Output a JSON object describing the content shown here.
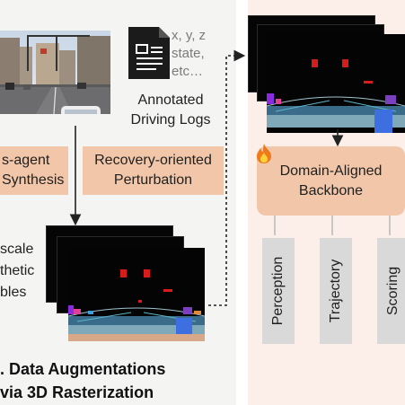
{
  "colors": {
    "left_panel_bg": "#f4f4f3",
    "right_panel_bg": "#fcefea",
    "tag_fill": "#f2c7a9",
    "head_fill": "#d9d9d9",
    "arrow": "#222222"
  },
  "left": {
    "log_values": [
      "x, y, z",
      "state,",
      "etc…"
    ],
    "log_label_lines": [
      "Annotated",
      "Driving Logs"
    ],
    "tag_left_lines": [
      "s-agent",
      "Synthesis"
    ],
    "tag_mid_lines": [
      "Recovery-oriented",
      "Perturbation"
    ],
    "side_label_lines": [
      "scale",
      "thetic",
      "bles"
    ],
    "caption_lines": [
      ". Data Augmentations",
      "via 3D Rasterization"
    ]
  },
  "right": {
    "backbone_lines": [
      "Domain-Aligned",
      "Backbone"
    ],
    "heads": [
      "Perception",
      "Trajectory",
      "Scoring"
    ]
  },
  "icons": [
    "document-icon",
    "fire-icon",
    "arrow-down-icon",
    "dotted-arrow-icon"
  ]
}
